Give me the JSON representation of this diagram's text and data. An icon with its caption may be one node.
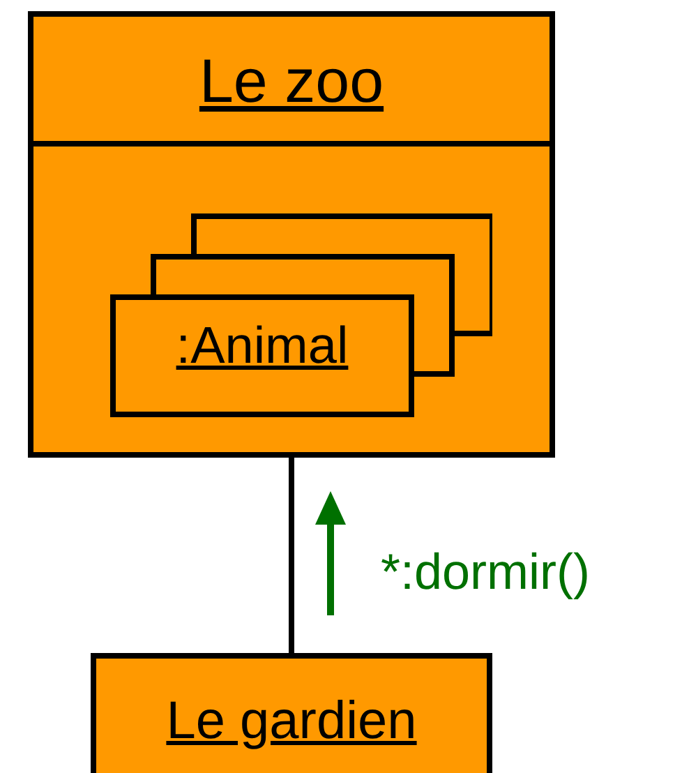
{
  "diagram": {
    "nodes": [
      {
        "text": [
          "Le zoo"
        ]
      },
      {
        "text": [
          ":Animal"
        ],
        "in": 0
      },
      {
        "text": [
          "Le gardien"
        ]
      }
    ],
    "edges": [
      {
        "from": 0,
        "to": 2,
        "arrow": "none"
      }
    ],
    "labels": [
      "*:dormir()"
    ]
  }
}
